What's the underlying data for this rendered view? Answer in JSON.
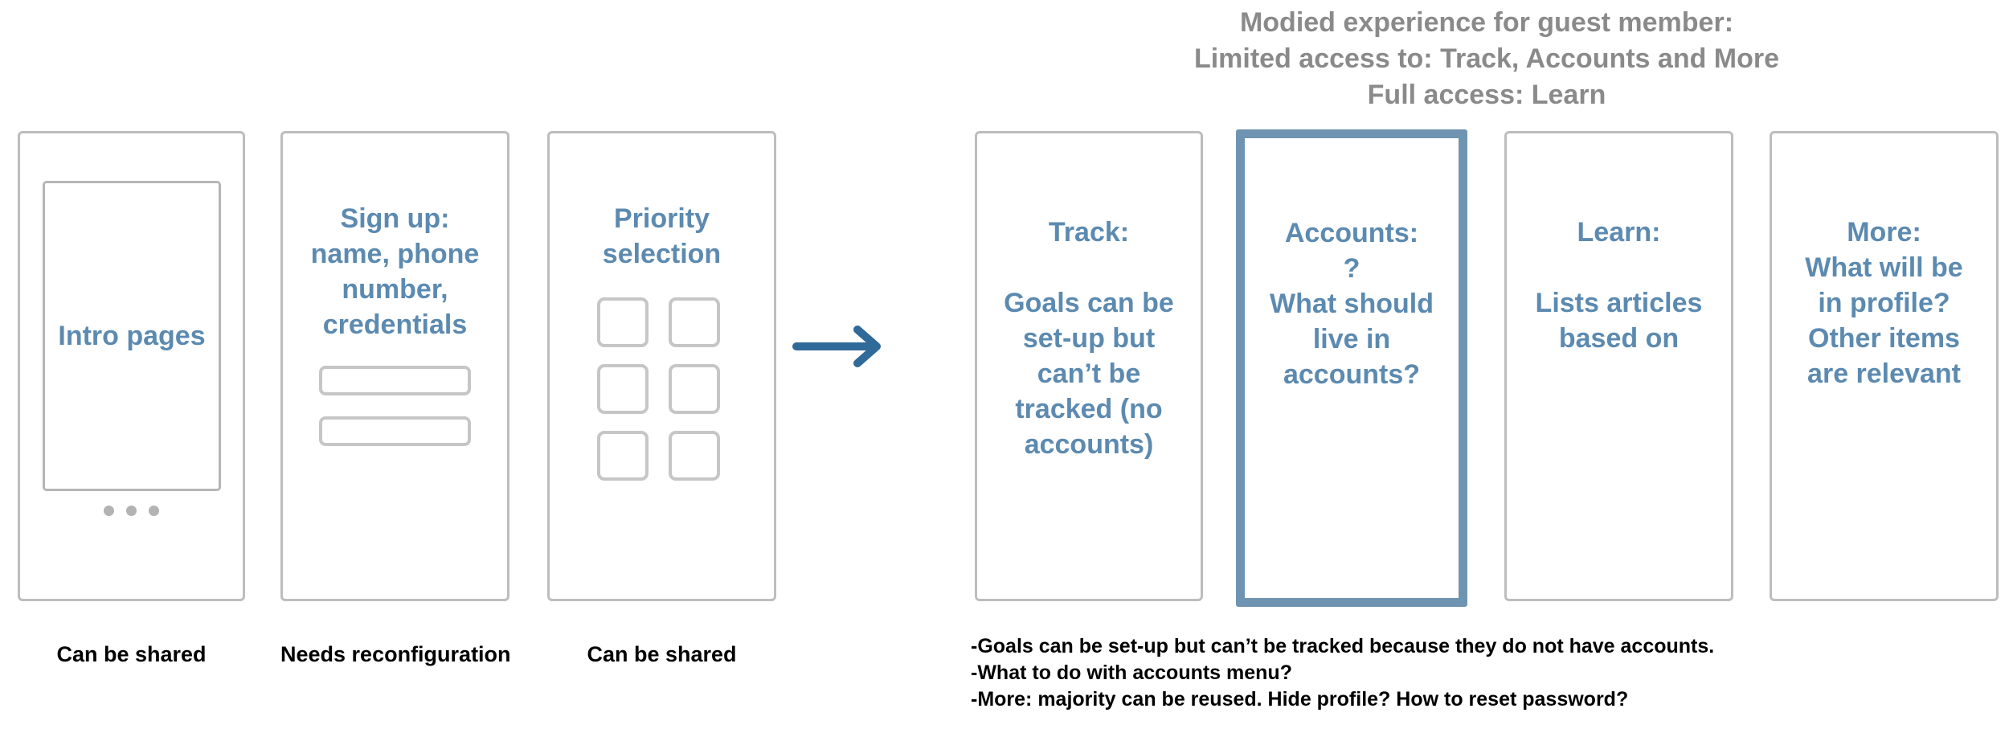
{
  "colors": {
    "blue_text": "#5C8AB0",
    "highlight_border": "#6E94B2",
    "arrow": "#2F6A99",
    "box_border": "#BDBDBD",
    "header_gray": "#8A8A8A",
    "caption_black": "#000000"
  },
  "header": {
    "line1": "Modied experience for guest member:",
    "line2": "Limited access to: Track, Accounts and More",
    "line3": "Full access: Learn"
  },
  "left_flow": {
    "intro_screen": {
      "label": "Intro pages",
      "caption": "Can be shared"
    },
    "signup_screen": {
      "line1": "Sign up:",
      "line2": "name, phone",
      "line3": "number,",
      "line4": "credentials",
      "caption": "Needs reconfiguration"
    },
    "priority_screen": {
      "line1": "Priority",
      "line2": "selection",
      "caption": "Can be shared"
    }
  },
  "right_flow": {
    "track_screen": {
      "line1": "Track:",
      "line2": "Goals can be",
      "line3": "set-up but",
      "line4": "can’t be",
      "line5": "tracked (no",
      "line6": "accounts)"
    },
    "accounts_screen": {
      "line1": "Accounts:",
      "line2": "?",
      "line3": "What should",
      "line4": "live in",
      "line5": "accounts?"
    },
    "learn_screen": {
      "line1": "Learn:",
      "line2": "Lists articles",
      "line3": "based on"
    },
    "more_screen": {
      "line1": "More:",
      "line2": "What will be",
      "line3": "in profile?",
      "line4": "Other items",
      "line5": "are relevant"
    }
  },
  "notes": {
    "line1": "-Goals can be set-up but can’t be tracked because they do not have accounts.",
    "line2": "-What to do with accounts menu?",
    "line3": "-More: majority can be reused. Hide profile? How to reset password?"
  }
}
